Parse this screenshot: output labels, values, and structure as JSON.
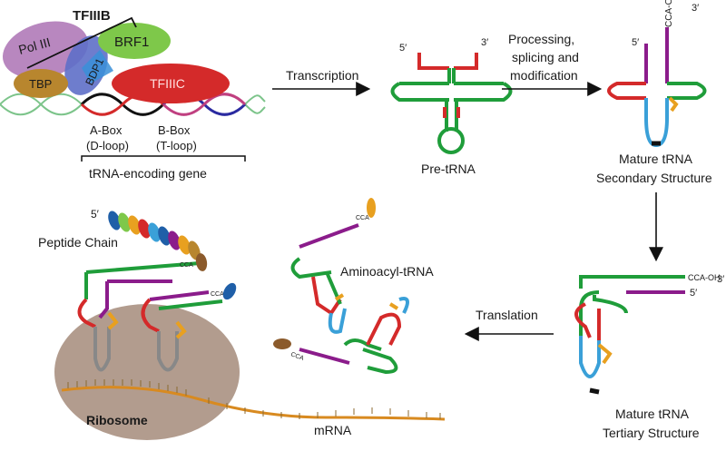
{
  "transcription_complex": {
    "tfiiib": "TFIIIB",
    "pol3": "Pol III",
    "brf1": "BRF1",
    "bdp1": "BDP1",
    "tbp": "TBP",
    "tfiiic": "TFIIIC",
    "a_box": "A-Box",
    "d_loop": "(D-loop)",
    "b_box": "B-Box",
    "t_loop": "(T-loop)",
    "gene": "tRNA-encoding gene"
  },
  "steps": {
    "transcription": "Transcription",
    "processing_1": "Processing,",
    "processing_2": "splicing and",
    "processing_3": "modification",
    "translation": "Translation"
  },
  "structures": {
    "pre_trna": "Pre-tRNA",
    "mature_secondary_1": "Mature tRNA",
    "mature_secondary_2": "Secondary Structure",
    "mature_tertiary_1": "Mature tRNA",
    "mature_tertiary_2": "Tertiary Structure",
    "aminoacyl": "Aminoacyl-tRNA",
    "cca_oh": "CCA-OH",
    "cca": "CCA",
    "five_prime": "5′",
    "three_prime": "3′"
  },
  "translation_scene": {
    "peptide_label": "Peptide Chain",
    "five_prime": "5′",
    "ribosome": "Ribosome",
    "mrna": "mRNA"
  },
  "colors": {
    "green": "#1f9d3a",
    "red": "#d42a2a",
    "purple": "#8b1c8b",
    "blue": "#3aa0d8",
    "orange": "#e8a020",
    "ribosome": "#a58b7a",
    "mrna": "#d88a20"
  }
}
